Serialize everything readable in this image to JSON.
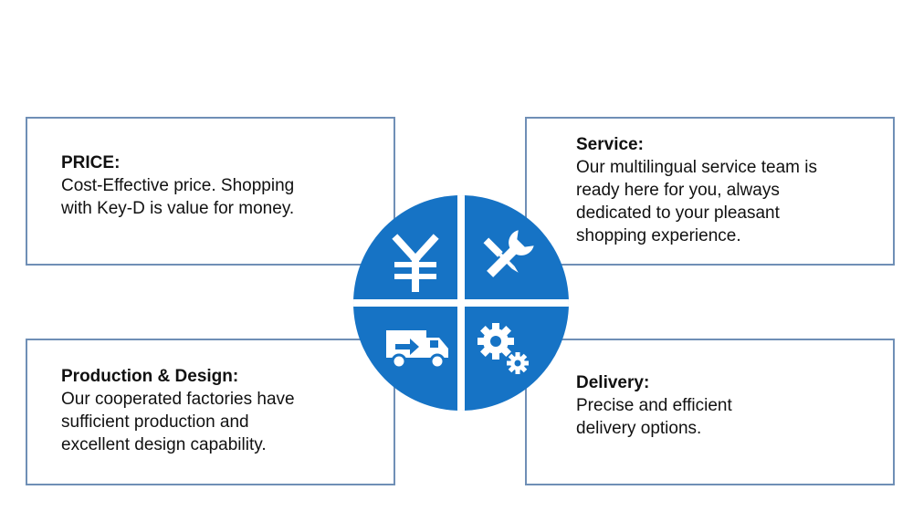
{
  "colors": {
    "accent_blue": "#1673c5",
    "box_border": "#6f8fb6"
  },
  "quadrants": {
    "price": {
      "title": "PRICE:",
      "body": "Cost-Effective price. Shopping\nwith Key-D is value for money.",
      "icon": "yen-icon"
    },
    "service": {
      "title": "Service:",
      "body": "Our multilingual service team is\nready here for you, always\ndedicated to your pleasant\nshopping experience.",
      "icon": "tools-icon"
    },
    "production": {
      "title": "Production & Design:",
      "body": "Our cooperated factories have\nsufficient production and\nexcellent design capability.",
      "icon": "truck-icon"
    },
    "delivery": {
      "title": "Delivery:",
      "body": "Precise and efficient\ndelivery options.",
      "icon": "gears-icon"
    }
  }
}
